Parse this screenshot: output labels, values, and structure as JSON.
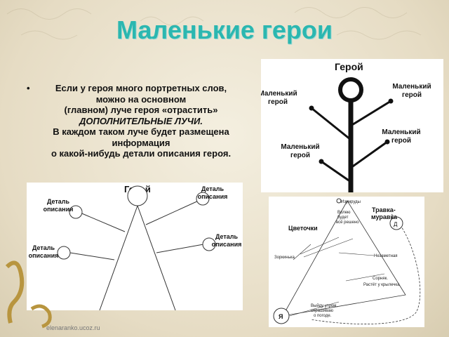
{
  "slide": {
    "title": "Маленькие герои",
    "bullet": {
      "line1": "Если у героя много портретных слов, можно на основном",
      "line2": "(главном) луче героя «отрастить»",
      "line3": "ДОПОЛНИТЕЛЬНЫЕ ЛУЧИ.",
      "line4": "В каждом таком луче будет размещена информация",
      "line5": "о какой-нибудь детали описания героя."
    },
    "footer": "elenaranko.ucoz.ru"
  },
  "diagram1": {
    "hero": "Герой",
    "small_hero_label_l1a": "Маленький",
    "small_hero_label_l1b": "герой",
    "small_hero_label_r1a": "Маленький",
    "small_hero_label_r1b": "герой",
    "small_hero_label_r2a": "Маленький",
    "small_hero_label_r2b": "герой",
    "small_hero_label_l2a": "Маленький",
    "small_hero_label_l2b": "герой"
  },
  "diagram2": {
    "hero": "Герой",
    "detail_a": "Деталь",
    "detail_b": "описания"
  },
  "diagram3": {
    "label_top": "Травка-",
    "label_top2": "муравка",
    "label_flowers": "Цветочки",
    "label_me": "Я",
    "small1": "Изумруды",
    "small2": "Волею",
    "small3": "будет",
    "small4": "всё решено",
    "small5": "Зоркинька",
    "small6": "Незаметная",
    "small7": "Сорняк.",
    "small8": "Растёт у крылечка",
    "small9": "Выйду утром,",
    "small10": "спрашиваю",
    "small11": "о погоде."
  },
  "colors": {
    "title": "#2bb7b0",
    "background": "#ece4cf"
  }
}
